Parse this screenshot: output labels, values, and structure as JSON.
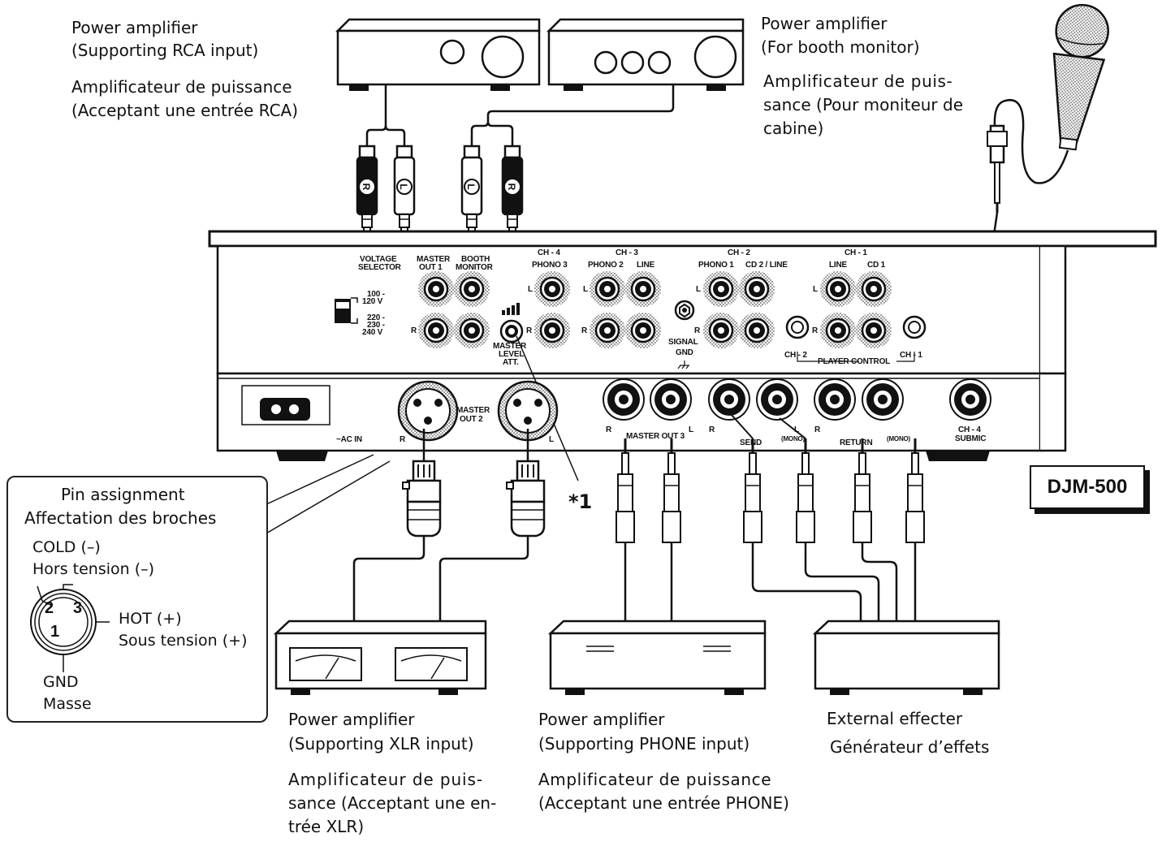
{
  "labels": {
    "amp_rca_en_1": "Power amplifier",
    "amp_rca_en_2": " (Supporting RCA input)",
    "amp_rca_fr_1": "Amplificateur de puissance",
    "amp_rca_fr_2": "(Acceptant une entrée RCA)",
    "amp_booth_en_1": "Power amplifier",
    "amp_booth_en_2": "(For booth monitor)",
    "amp_booth_fr_1": "Amplificateur de puis-",
    "amp_booth_fr_2": "sance (Pour moniteur de",
    "amp_booth_fr_3": "cabine)",
    "amp_xlr_en_1": "Power amplifier",
    "amp_xlr_en_2": "(Supporting XLR input)",
    "amp_xlr_fr_1": "Amplificateur de puis-",
    "amp_xlr_fr_2": "sance (Acceptant une en-",
    "amp_xlr_fr_3": "trée XLR)",
    "amp_phone_en_1": "Power amplifier",
    "amp_phone_en_2": "(Supporting PHONE input)",
    "amp_phone_fr_1": "Amplificateur de puissance",
    "amp_phone_fr_2": "(Acceptant une entrée PHONE)",
    "effecter_en": "External effecter",
    "effecter_fr": "Générateur d’effets",
    "model": "DJM-500",
    "footnote": "*1"
  },
  "pin_assignment": {
    "title_en": "Pin assignment",
    "title_fr": "Affectation des broches",
    "cold_en": "COLD (–)",
    "cold_fr": "Hors tension (–)",
    "hot_en": "HOT (+)",
    "hot_fr": "Sous tension (+)",
    "gnd_en": "GND",
    "gnd_fr": "Masse",
    "pin1": "1",
    "pin2": "2",
    "pin3": "3"
  },
  "panel": {
    "voltage_selector": [
      "VOLTAGE",
      "SELECTOR"
    ],
    "voltage_100": [
      "100 -",
      "120 V"
    ],
    "voltage_220": [
      "220 -",
      "230 -",
      "240 V"
    ],
    "master_out1": [
      "MASTER",
      "OUT 1"
    ],
    "booth_monitor": [
      "BOOTH",
      "MONITOR"
    ],
    "master_level_att": [
      "MASTER",
      "LEVEL",
      "ATT."
    ],
    "ch4": "CH - 4",
    "phono3": "PHONO 3",
    "ch3": "CH - 3",
    "phono2": "PHONO 2",
    "line": "LINE",
    "ch2": "CH - 2",
    "phono1": "PHONO 1",
    "cd2_line": "CD 2 / LINE",
    "ch1": "CH - 1",
    "cd1": "CD 1",
    "signal_gnd": [
      "SIGNAL",
      "GND"
    ],
    "player_control": "PLAYER CONTROL",
    "ch2_small": "CH - 2",
    "ch1_small": "CH - 1",
    "ac_in": "~AC IN",
    "master_out2": [
      "MASTER",
      "OUT 2"
    ],
    "master_out3": "MASTER OUT 3",
    "send": "SEND",
    "return": "RETURN",
    "mono": "(MONO)",
    "ch4_submic": [
      "CH - 4",
      "SUBMIC"
    ],
    "L": "L",
    "R": "R"
  },
  "plug_letters": {
    "R": "R",
    "L": "L"
  }
}
